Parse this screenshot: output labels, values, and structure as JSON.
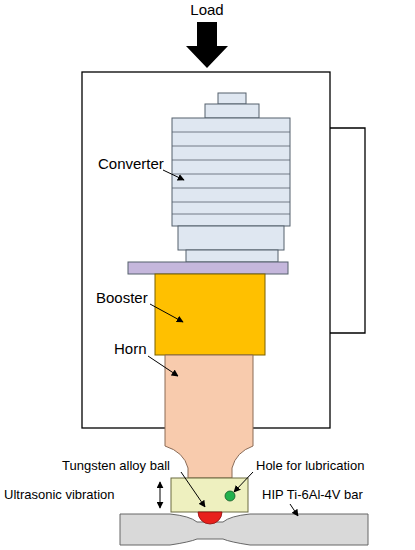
{
  "diagram": {
    "labels": [
      "Load",
      "Converter",
      "Booster",
      "Horn",
      "Tungsten alloy ball",
      "Hole for lubrication",
      "Ultrasonic vibration",
      "HIP Ti-6Al-4V bar"
    ]
  }
}
